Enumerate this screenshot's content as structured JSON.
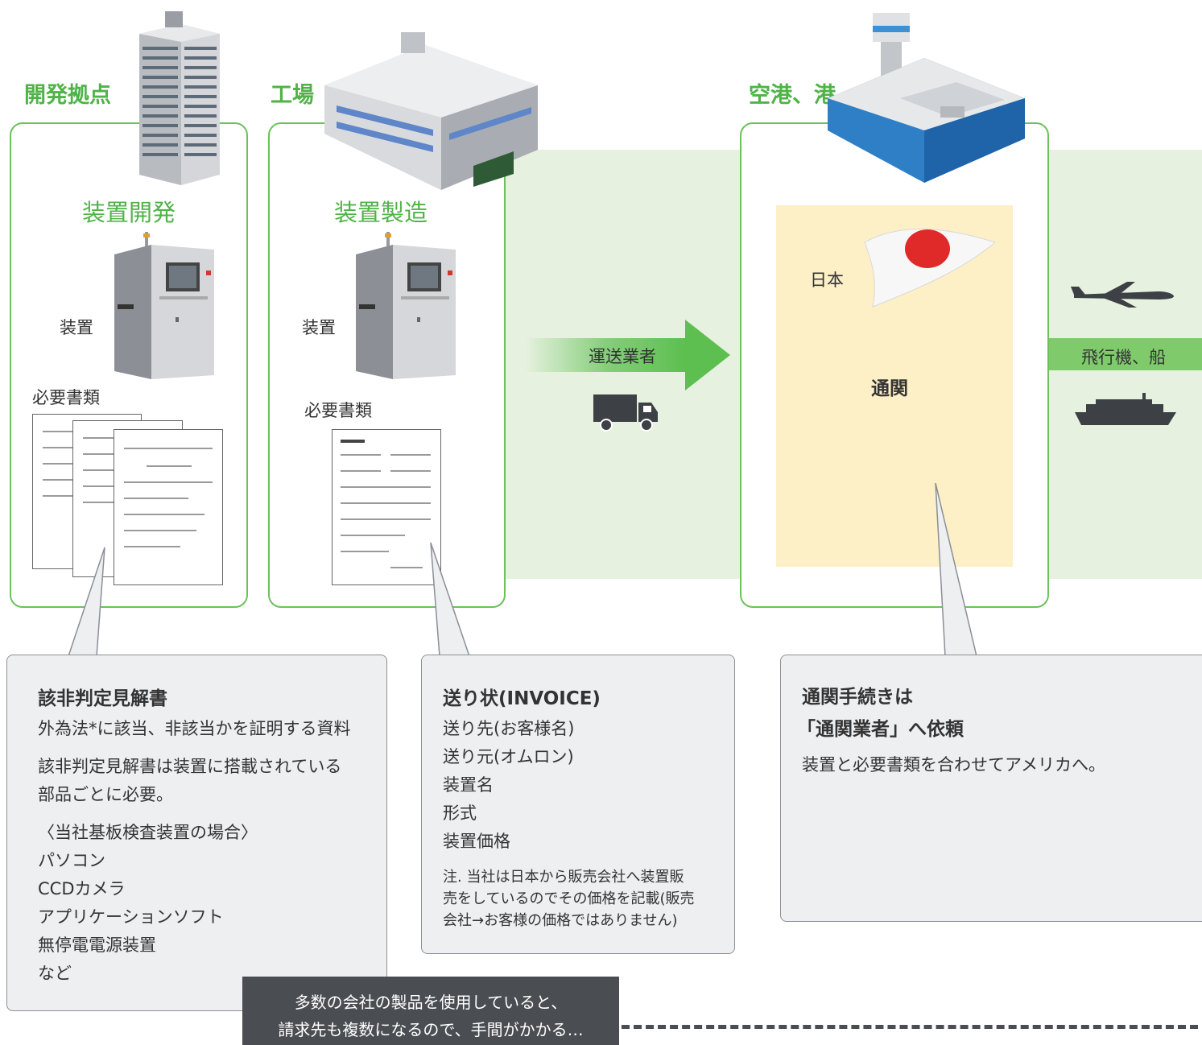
{
  "sections": {
    "dev": {
      "heading": "開発拠点",
      "title": "装置開発",
      "device_label": "装置",
      "docs_label": "必要書類"
    },
    "factory": {
      "heading": "工場",
      "title": "装置製造",
      "device_label": "装置",
      "docs_label": "必要書類"
    },
    "port": {
      "heading": "空港、港",
      "country": "日本",
      "customs": "通関"
    }
  },
  "transport": {
    "carrier": "運送業者",
    "modes": "飛行機、船"
  },
  "callouts": {
    "judgment": {
      "title": "該非判定見解書",
      "line1": "外為法*に該当、非該当かを証明する資料",
      "line2": "該非判定見解書は装置に搭載されている",
      "line3": "部品ごとに必要。",
      "line4": "〈当社基板検査装置の場合〉",
      "items": [
        "パソコン",
        "CCDカメラ",
        "アプリケーションソフト",
        "無停電電源装置",
        "など"
      ]
    },
    "invoice": {
      "title": "送り状(INVOICE)",
      "items": [
        "送り先(お客様名)",
        "送り元(オムロン)",
        "装置名",
        "形式",
        "装置価格"
      ],
      "note1": "注. 当社は日本から販売会社へ装置販",
      "note2": "売をしているのでその価格を記載(販売",
      "note3": "会社→お客様の価格ではありません)"
    },
    "customs": {
      "title1": "通関手続きは",
      "title2": "「通関業者」へ依頼",
      "body": "装置と必要書類を合わせてアメリカへ。"
    }
  },
  "banner": {
    "line1": "多数の会社の製品を使用していると、",
    "line2": "請求先も複数になるので、手間がかかる…"
  },
  "colors": {
    "green": "#4fb347",
    "band": "#e6f1df",
    "customs_bg": "#fdefc6",
    "banner_bg": "#4a4d51",
    "callout_bg": "#eeeff1"
  }
}
